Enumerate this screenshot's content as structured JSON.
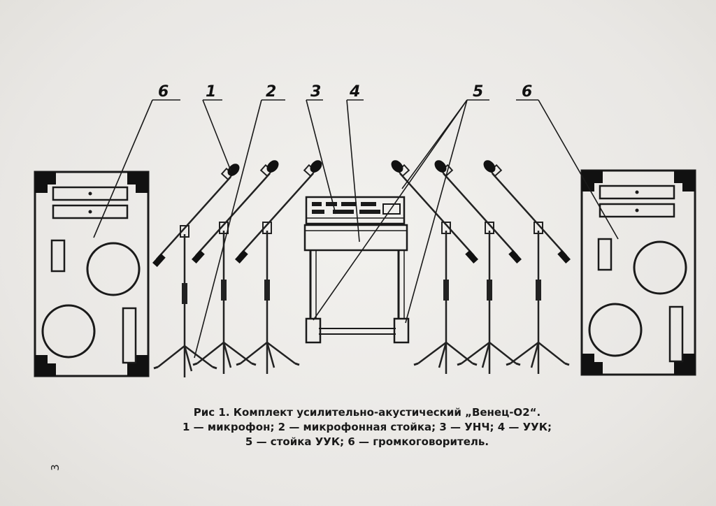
{
  "figure": {
    "labels": {
      "loudspeaker_left": "6",
      "microphone": "1",
      "mic_stand": "2",
      "amplifier": "3",
      "uuk": "4",
      "uuk_stand": "5",
      "loudspeaker_right": "6"
    }
  },
  "caption": {
    "line1": "Рис 1. Комплект усилительно-акустический „Венец-О2“.",
    "line2": "1 — микрофон; 2 — микрофонная стойка; 3 — УНЧ; 4 — УУК;",
    "line3": "5 — стойка УУК; 6 — громкоговоритель."
  },
  "page_number": "3"
}
